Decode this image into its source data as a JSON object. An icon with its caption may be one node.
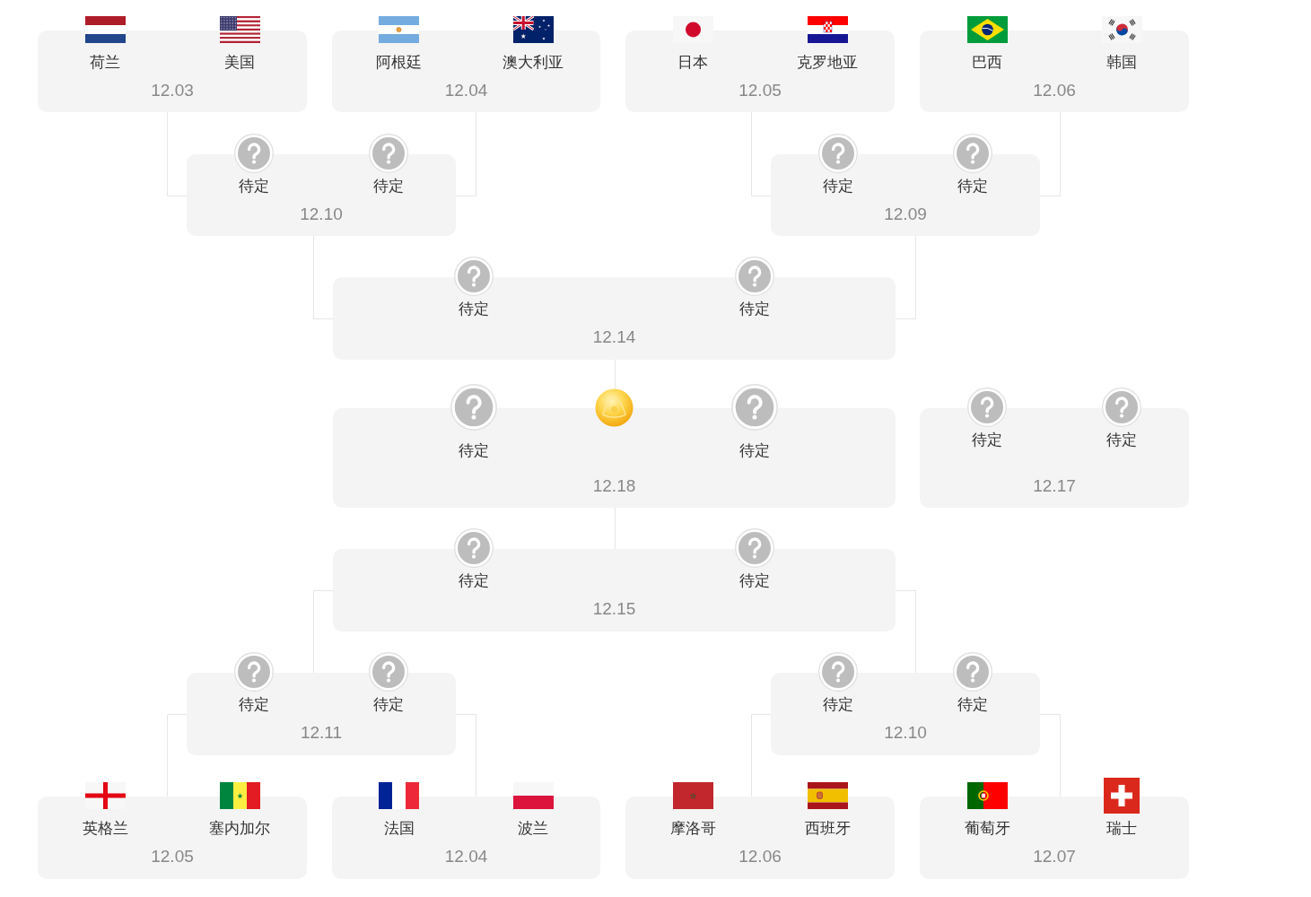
{
  "diagram": {
    "nodes": [
      {
        "text": [
          "荷兰",
          "美国",
          "12.03"
        ]
      },
      {
        "text": [
          "阿根廷",
          "澳大利亚",
          "12.04"
        ]
      },
      {
        "text": [
          "日本",
          "克罗地亚",
          "12.05"
        ]
      },
      {
        "text": [
          "巴西",
          "韩国",
          "12.06"
        ]
      },
      {
        "text": [
          "待定",
          "待定",
          "12.10"
        ]
      },
      {
        "text": [
          "待定",
          "待定",
          "12.09"
        ]
      },
      {
        "text": [
          "待定",
          "待定",
          "12.14"
        ]
      },
      {
        "text": [
          "待定",
          "待定",
          "12.18"
        ]
      },
      {
        "text": [
          "待定",
          "待定",
          "12.17"
        ]
      },
      {
        "text": [
          "待定",
          "待定",
          "12.15"
        ]
      },
      {
        "text": [
          "待定",
          "待定",
          "12.11"
        ]
      },
      {
        "text": [
          "待定",
          "待定",
          "12.10"
        ]
      },
      {
        "text": [
          "英格兰",
          "塞内加尔",
          "12.05"
        ]
      },
      {
        "text": [
          "法国",
          "波兰",
          "12.04"
        ]
      },
      {
        "text": [
          "摩洛哥",
          "西班牙",
          "12.06"
        ]
      },
      {
        "text": [
          "葡萄牙",
          "瑞士",
          "12.07"
        ]
      }
    ],
    "edges": [
      {
        "from": 0,
        "to": 4,
        "arrow": "none"
      },
      {
        "from": 1,
        "to": 4,
        "arrow": "none"
      },
      {
        "from": 2,
        "to": 5,
        "arrow": "none"
      },
      {
        "from": 3,
        "to": 5,
        "arrow": "none"
      },
      {
        "from": 4,
        "to": 6,
        "arrow": "none"
      },
      {
        "from": 5,
        "to": 6,
        "arrow": "none"
      },
      {
        "from": 6,
        "to": 7,
        "arrow": "none"
      },
      {
        "from": 9,
        "to": 7,
        "arrow": "none"
      },
      {
        "from": 10,
        "to": 9,
        "arrow": "none"
      },
      {
        "from": 11,
        "to": 9,
        "arrow": "none"
      },
      {
        "from": 12,
        "to": 10,
        "arrow": "none"
      },
      {
        "from": 13,
        "to": 10,
        "arrow": "none"
      },
      {
        "from": 14,
        "to": 11,
        "arrow": "none"
      },
      {
        "from": 15,
        "to": 11,
        "arrow": "none"
      }
    ]
  }
}
